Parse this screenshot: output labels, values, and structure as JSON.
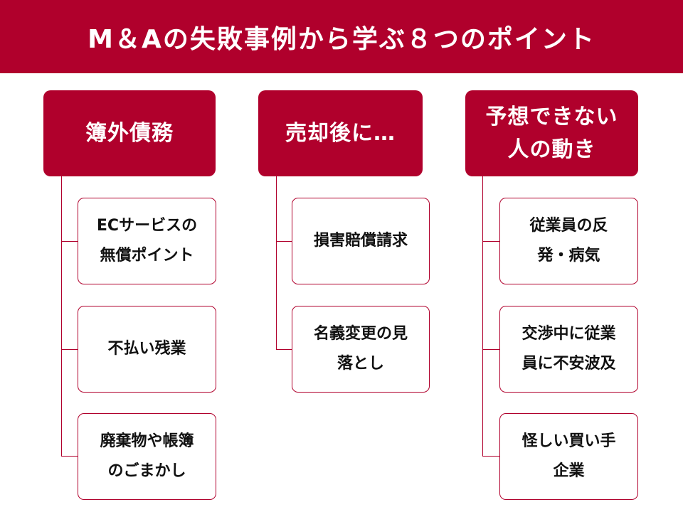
{
  "title": "M＆Aの失敗事例から学ぶ８つのポイント",
  "colors": {
    "accent": "#b0002c",
    "card_border": "#b0002c",
    "text": "#111111"
  },
  "columns": [
    {
      "heading_lines": [
        "簿外債務"
      ],
      "items": [
        {
          "lines": [
            "ECサービスの",
            "無償ポイント"
          ]
        },
        {
          "lines": [
            "不払い残業"
          ]
        },
        {
          "lines": [
            "廃棄物や帳簿",
            "のごまかし"
          ]
        }
      ]
    },
    {
      "heading_lines": [
        "売却後に…"
      ],
      "items": [
        {
          "lines": [
            "損害賠償請求"
          ]
        },
        {
          "lines": [
            "名義変更の見",
            "落とし"
          ]
        }
      ]
    },
    {
      "heading_lines": [
        "予想できない",
        "人の動き"
      ],
      "items": [
        {
          "lines": [
            "従業員の反",
            "発・病気"
          ]
        },
        {
          "lines": [
            "交渉中に従業",
            "員に不安波及"
          ]
        },
        {
          "lines": [
            "怪しい買い手",
            "企業"
          ]
        }
      ]
    }
  ]
}
